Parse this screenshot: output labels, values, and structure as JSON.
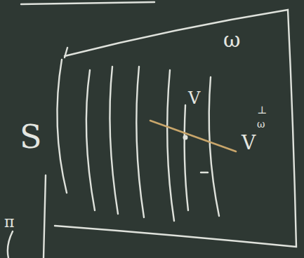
{
  "diagram": {
    "labels": [
      "ω",
      "S",
      "V",
      "V",
      "⊥",
      "ω",
      "π"
    ]
  }
}
